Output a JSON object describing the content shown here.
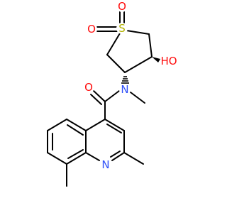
{
  "colors": {
    "carbon_bond": "#000000",
    "oxygen": "#ff0d0d",
    "nitrogen": "#3050f8",
    "sulfur": "#b2b200",
    "background": "#ffffff"
  },
  "atoms": {
    "sulfur": {
      "label": "S",
      "color_key": "sulfur"
    },
    "sulfonyl_oxygen_left": {
      "label": "O",
      "color_key": "oxygen"
    },
    "sulfonyl_oxygen_top": {
      "label": "O",
      "color_key": "oxygen"
    },
    "hydroxyl": {
      "label": "HO",
      "color_key": "oxygen"
    },
    "amide_oxygen": {
      "label": "O",
      "color_key": "oxygen"
    },
    "amide_nitrogen": {
      "label": "N",
      "color_key": "nitrogen"
    },
    "quinoline_nitrogen": {
      "label": "N",
      "color_key": "nitrogen"
    }
  }
}
